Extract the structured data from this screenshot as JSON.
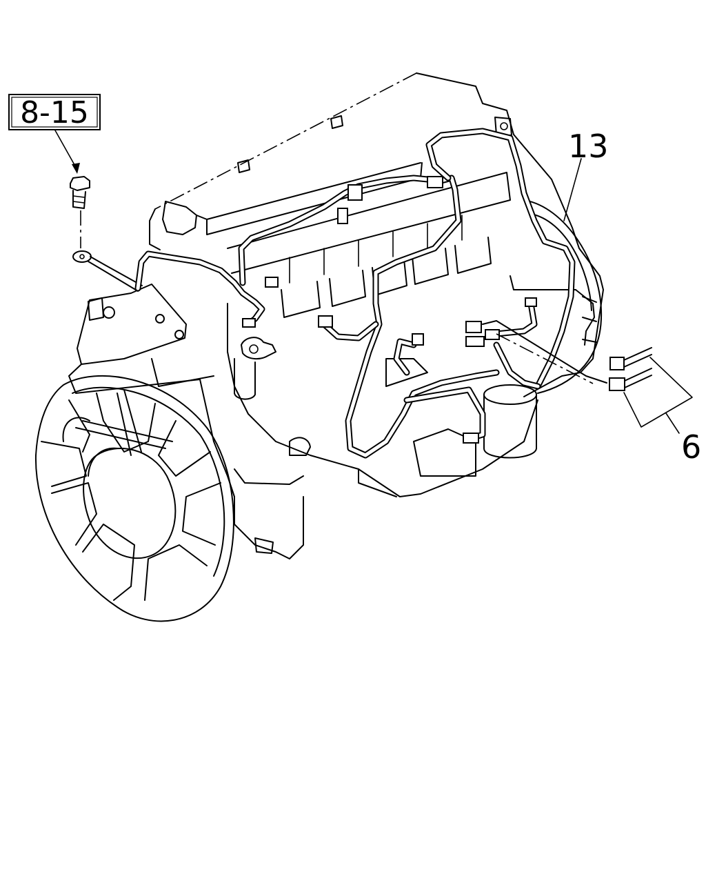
{
  "diagram": {
    "ref_box": {
      "text": "8-15"
    },
    "callouts": [
      {
        "id": "harness",
        "text": "13"
      },
      {
        "id": "clips",
        "text": "6"
      }
    ]
  },
  "colors": {
    "ink": "#000000",
    "paper": "#ffffff"
  }
}
